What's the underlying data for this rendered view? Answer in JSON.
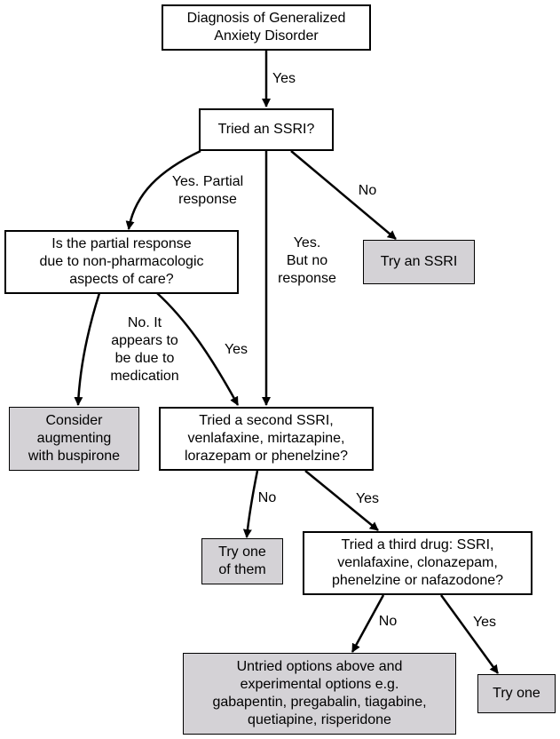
{
  "nodes": {
    "diagnosis": "Diagnosis of Generalized\nAnxiety Disorder",
    "tried_ssri": "Tried an SSRI?",
    "partial_question": "Is the partial response\ndue to non-pharmacologic\naspects of care?",
    "try_ssri": "Try an SSRI",
    "buspirone": "Consider\naugmenting\nwith buspirone",
    "second_ssri": "Tried a second SSRI,\nvenlafaxine, mirtazapine,\nlorazepam or phenelzine?",
    "try_one_of_them": "Try one\nof them",
    "third_drug": "Tried a third drug: SSRI,\nvenlafaxine, clonazepam,\nphenelzine or nafazodone?",
    "untried_options": "Untried options above and\nexperimental options e.g.\ngabapentin, pregabalin, tiagabine,\nquetiapine, risperidone",
    "try_one": "Try one"
  },
  "edges": {
    "diagnosis_to_ssri": "Yes",
    "ssri_partial": "Yes. Partial\nresponse",
    "ssri_no": "No",
    "ssri_no_response": "Yes.\nBut no\nresponse",
    "partial_no": "No. It\nappears to\nbe due to\nmedication",
    "partial_yes": "Yes",
    "second_no": "No",
    "second_yes": "Yes",
    "third_no": "No",
    "third_yes": "Yes"
  },
  "colors": {
    "decision_fill": "#ffffff",
    "terminal_fill": "#d4d2d6",
    "line": "#000000"
  }
}
